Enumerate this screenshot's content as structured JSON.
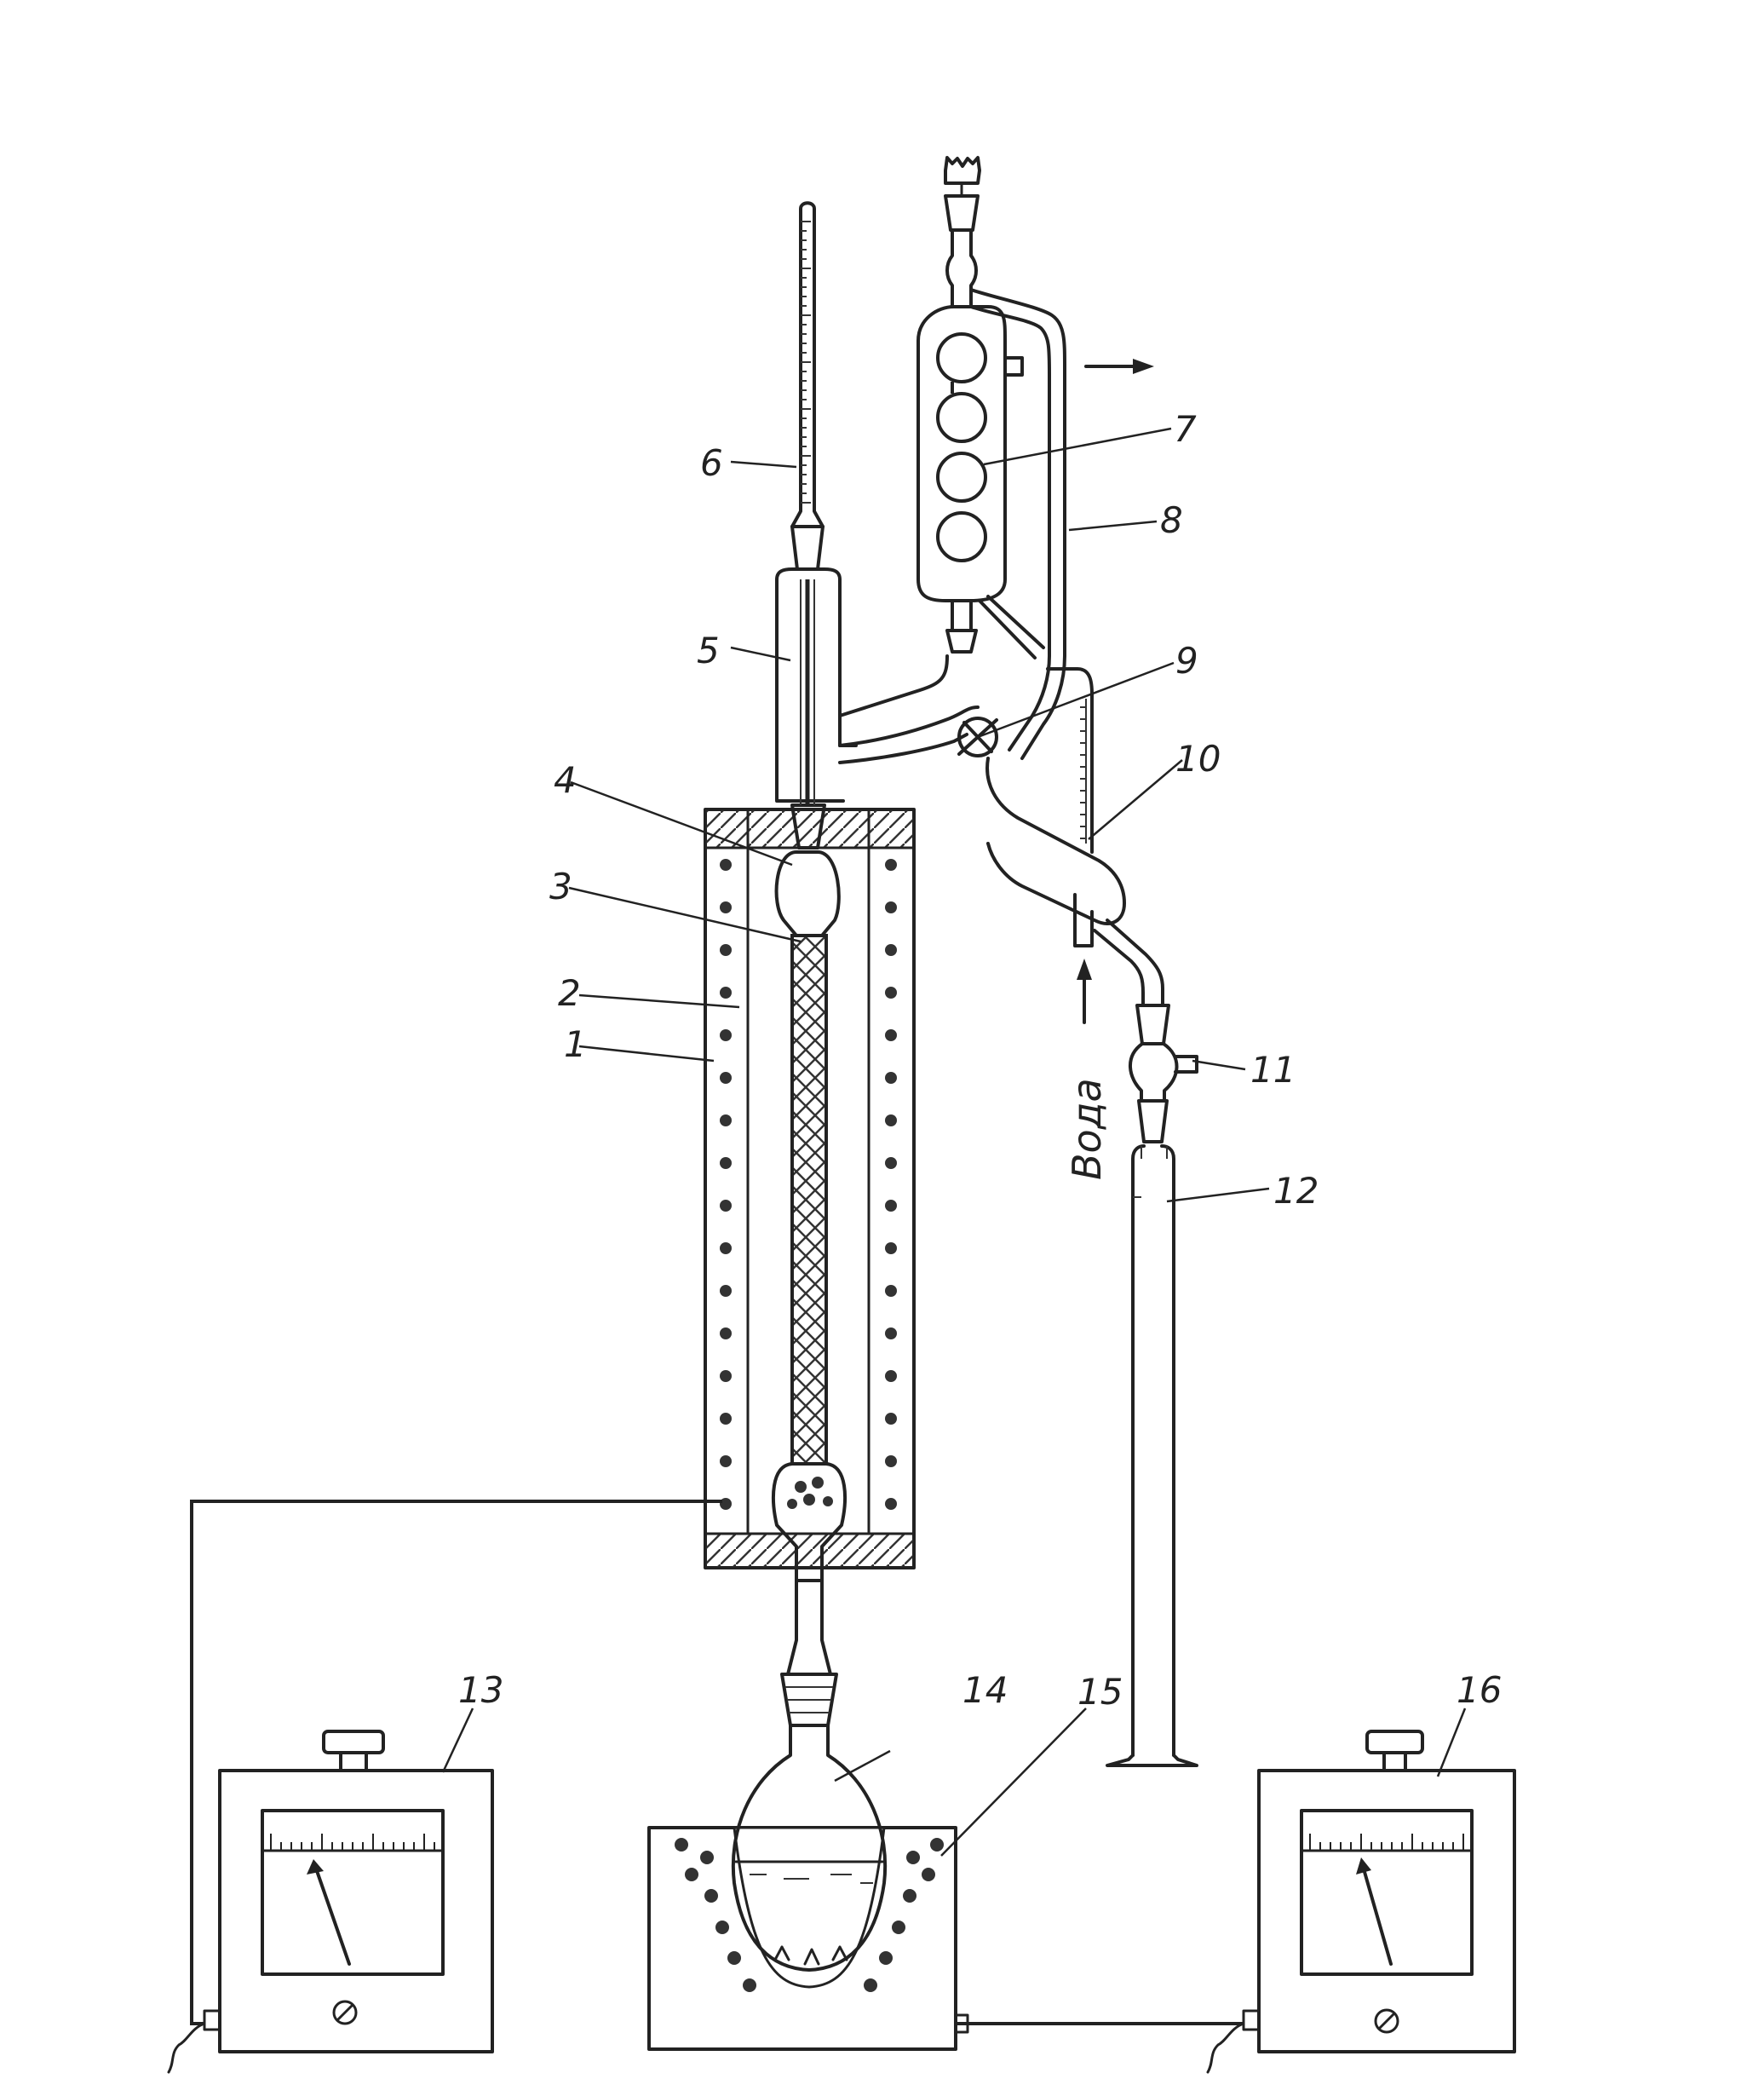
{
  "labels": {
    "n1": "1",
    "n2": "2",
    "n3": "3",
    "n4": "4",
    "n5": "5",
    "n6": "6",
    "n7": "7",
    "n8": "8",
    "n9": "9",
    "n10": "10",
    "n11": "11",
    "n12": "12",
    "n13": "13",
    "n14": "14",
    "n15": "15",
    "n16": "16"
  },
  "water_label": "Вода"
}
